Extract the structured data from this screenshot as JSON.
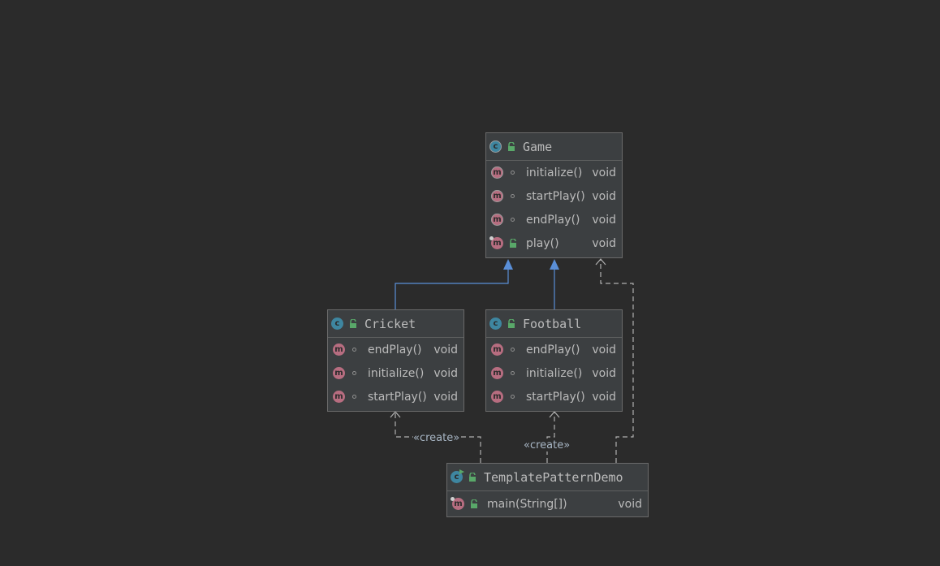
{
  "diagram": {
    "classes": {
      "game": {
        "name": "Game",
        "members": [
          {
            "name": "initialize()",
            "type": "void"
          },
          {
            "name": "startPlay()",
            "type": "void"
          },
          {
            "name": "endPlay()",
            "type": "void"
          },
          {
            "name": "play()",
            "type": "void"
          }
        ]
      },
      "cricket": {
        "name": "Cricket",
        "members": [
          {
            "name": "endPlay()",
            "type": "void"
          },
          {
            "name": "initialize()",
            "type": "void"
          },
          {
            "name": "startPlay()",
            "type": "void"
          }
        ]
      },
      "football": {
        "name": "Football",
        "members": [
          {
            "name": "endPlay()",
            "type": "void"
          },
          {
            "name": "initialize()",
            "type": "void"
          },
          {
            "name": "startPlay()",
            "type": "void"
          }
        ]
      },
      "demo": {
        "name": "TemplatePatternDemo",
        "members": [
          {
            "name": "main(String[])",
            "type": "void"
          }
        ]
      }
    },
    "icons": {
      "class_letter": "c",
      "method_letter": "m"
    },
    "relations": {
      "create_label": "«create»"
    },
    "colors": {
      "background": "#2b2b2b",
      "inheritance": "#5a8fd8",
      "dependency": "#b0b0b0",
      "class_icon": "#3e86a0",
      "method_icon": "#b76d80",
      "public_icon": "#59a869"
    }
  }
}
